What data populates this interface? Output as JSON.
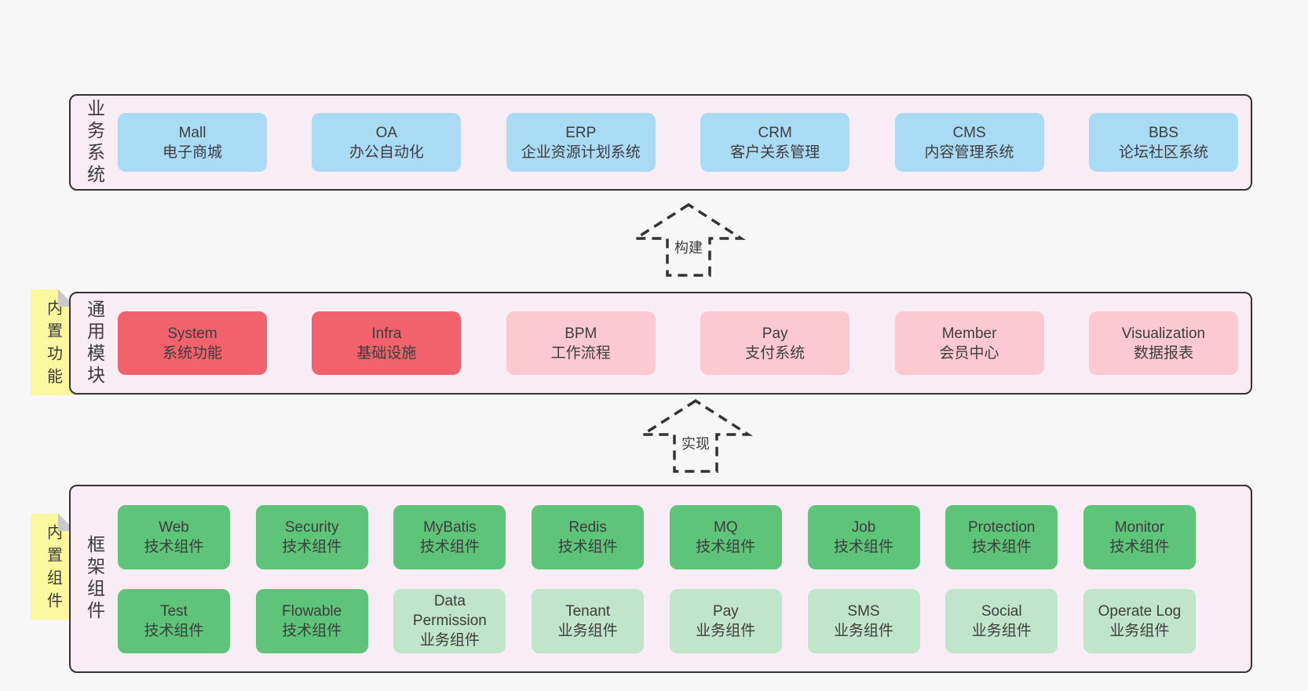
{
  "palette": {
    "page_bg": "#f7f7f7",
    "band_bg": "#f8edf5",
    "line": "#333333",
    "text": "#3d3d3d",
    "note_bg": "#fbf99e",
    "note_fold": "#c9c9c9",
    "blue": "#a9dbf5",
    "red": "#f2626c",
    "pink": "#fcc9d3",
    "green": "#5ec47a",
    "lightgreen": "#c0e5ca"
  },
  "arrows": [
    {
      "label": "构建"
    },
    {
      "label": "实现"
    }
  ],
  "bands": [
    {
      "label": "业务系统",
      "note": null,
      "rows": [
        [
          {
            "en": "Mall",
            "zh": "电子商城",
            "color": "blue"
          },
          {
            "en": "OA",
            "zh": "办公自动化",
            "color": "blue"
          },
          {
            "en": "ERP",
            "zh": "企业资源计划系统",
            "color": "blue"
          },
          {
            "en": "CRM",
            "zh": "客户关系管理",
            "color": "blue"
          },
          {
            "en": "CMS",
            "zh": "内容管理系统",
            "color": "blue"
          },
          {
            "en": "BBS",
            "zh": "论坛社区系统",
            "color": "blue"
          }
        ]
      ]
    },
    {
      "label": "通用模块",
      "note": "内置功能",
      "rows": [
        [
          {
            "en": "System",
            "zh": "系统功能",
            "color": "red"
          },
          {
            "en": "Infra",
            "zh": "基础设施",
            "color": "red"
          },
          {
            "en": "BPM",
            "zh": "工作流程",
            "color": "pink"
          },
          {
            "en": "Pay",
            "zh": "支付系统",
            "color": "pink"
          },
          {
            "en": "Member",
            "zh": "会员中心",
            "color": "pink"
          },
          {
            "en": "Visualization",
            "zh": "数据报表",
            "color": "pink"
          }
        ]
      ]
    },
    {
      "label": "框架组件",
      "note": "内置组件",
      "rows": [
        [
          {
            "en": "Web",
            "zh": "技术组件",
            "color": "green"
          },
          {
            "en": "Security",
            "zh": "技术组件",
            "color": "green"
          },
          {
            "en": "MyBatis",
            "zh": "技术组件",
            "color": "green"
          },
          {
            "en": "Redis",
            "zh": "技术组件",
            "color": "green"
          },
          {
            "en": "MQ",
            "zh": "技术组件",
            "color": "green"
          },
          {
            "en": "Job",
            "zh": "技术组件",
            "color": "green"
          },
          {
            "en": "Protection",
            "zh": "技术组件",
            "color": "green"
          },
          {
            "en": "Monitor",
            "zh": "技术组件",
            "color": "green"
          }
        ],
        [
          {
            "en": "Test",
            "zh": "技术组件",
            "color": "green"
          },
          {
            "en": "Flowable",
            "zh": "技术组件",
            "color": "green"
          },
          {
            "en": "Data Permission",
            "zh": "业务组件",
            "color": "lightgreen"
          },
          {
            "en": "Tenant",
            "zh": "业务组件",
            "color": "lightgreen"
          },
          {
            "en": "Pay",
            "zh": "业务组件",
            "color": "lightgreen"
          },
          {
            "en": "SMS",
            "zh": "业务组件",
            "color": "lightgreen"
          },
          {
            "en": "Social",
            "zh": "业务组件",
            "color": "lightgreen"
          },
          {
            "en": "Operate Log",
            "zh": "业务组件",
            "color": "lightgreen"
          }
        ]
      ]
    }
  ]
}
